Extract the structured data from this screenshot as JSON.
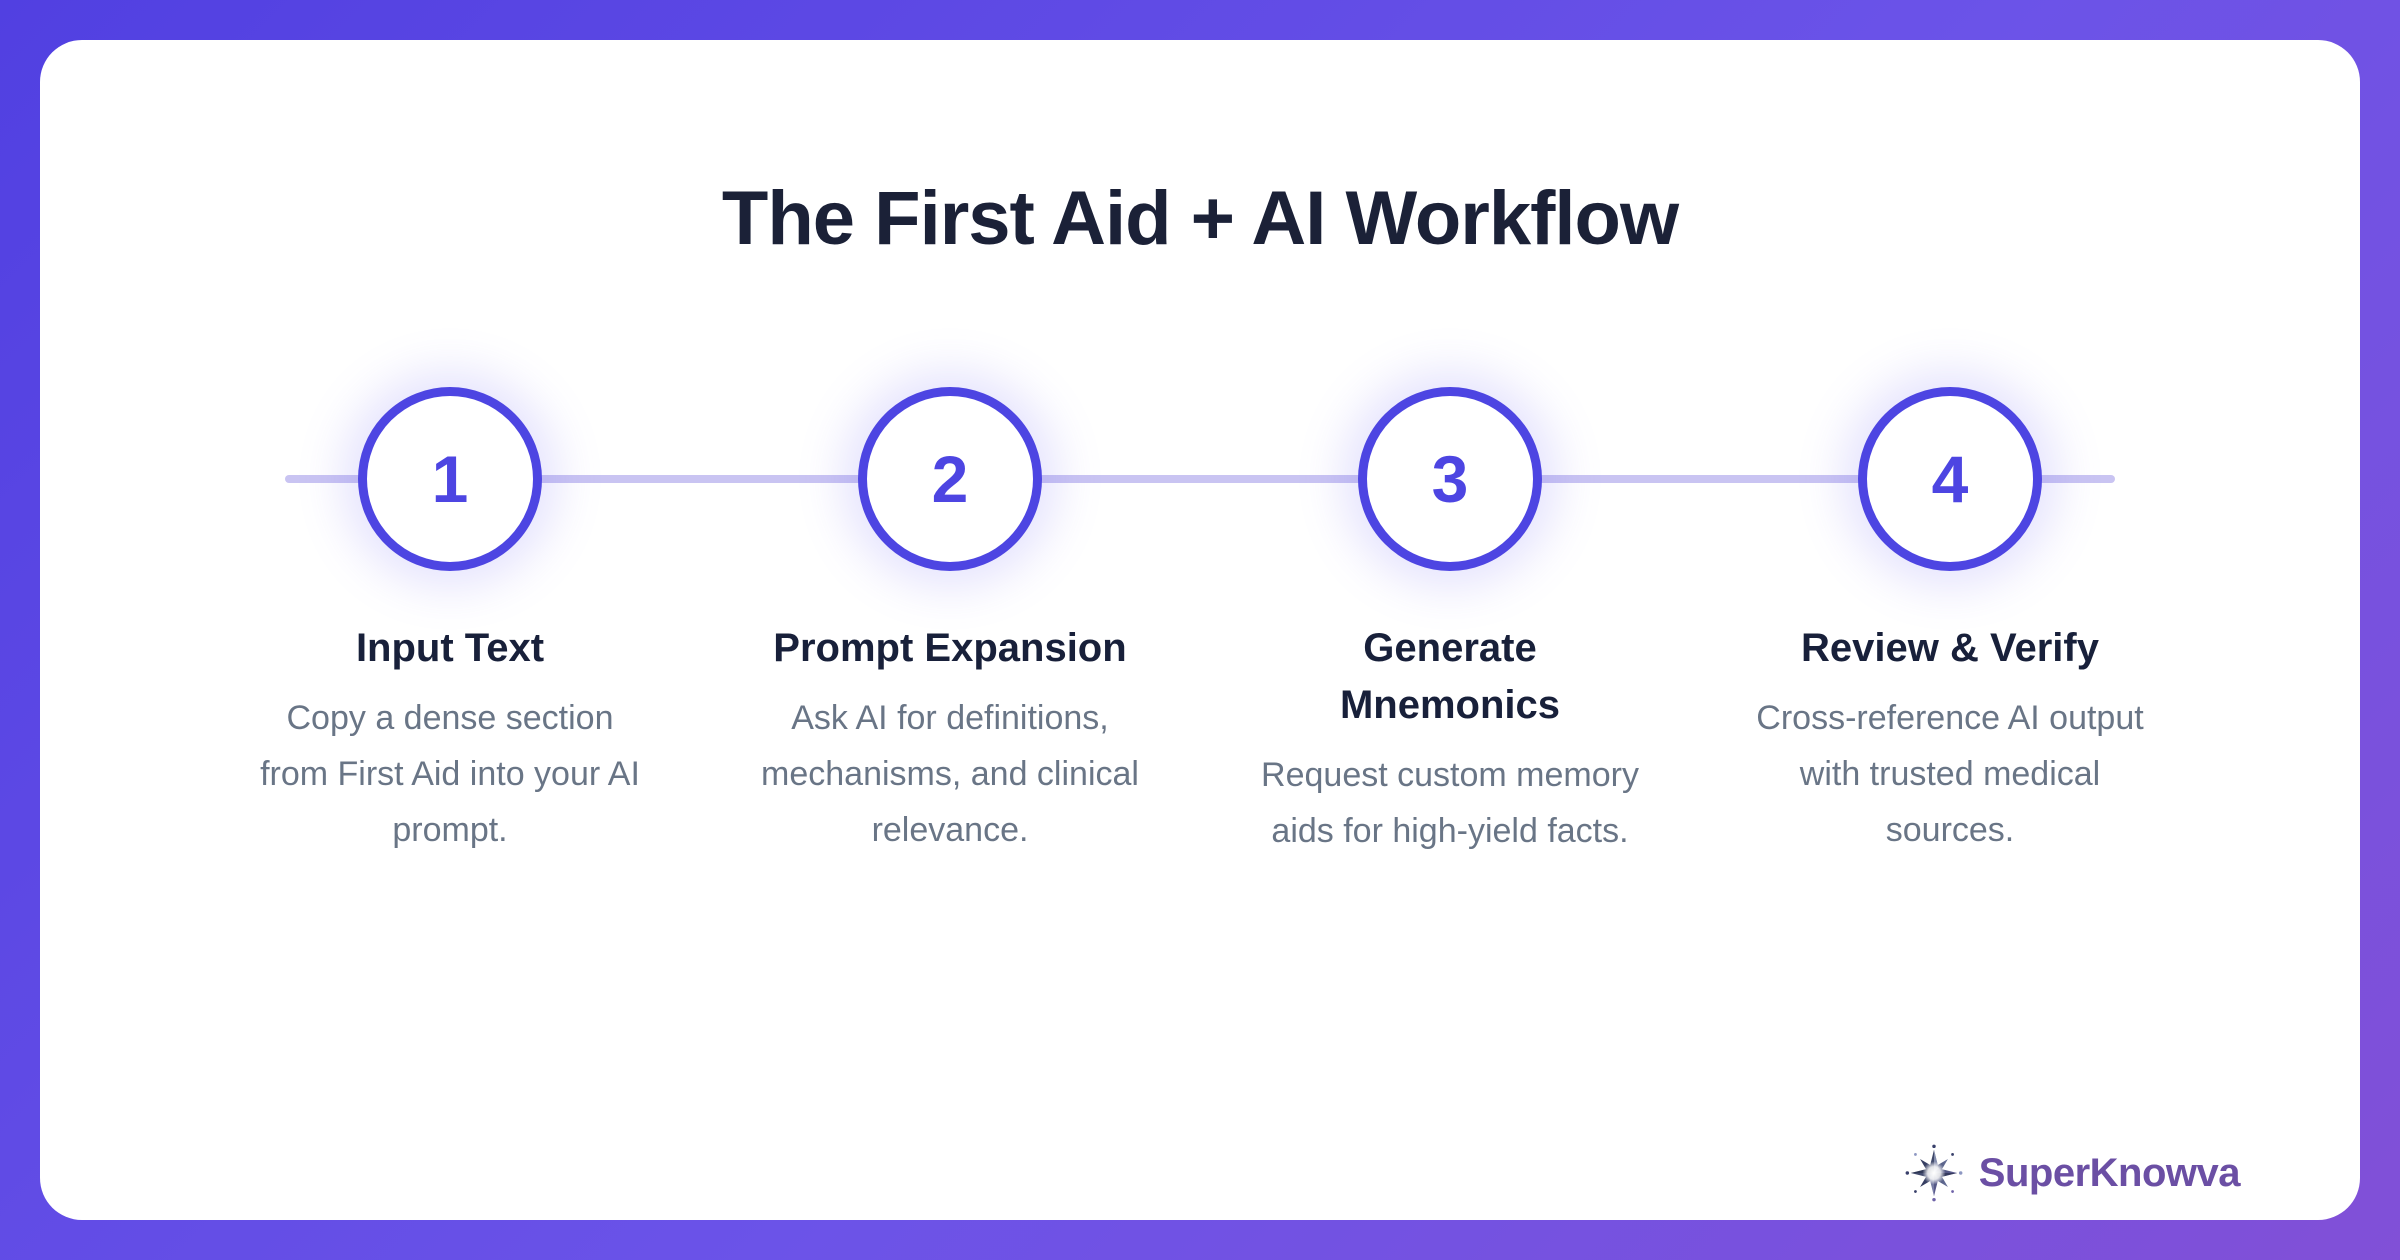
{
  "title": "The First Aid + AI Workflow",
  "steps": [
    {
      "number": "1",
      "title": "Input Text",
      "description": "Copy a dense section from First Aid into your AI prompt."
    },
    {
      "number": "2",
      "title": "Prompt Expansion",
      "description": "Ask AI for definitions, mechanisms, and clinical relevance."
    },
    {
      "number": "3",
      "title": "Generate Mnemonics",
      "description": "Request custom memory aids for high-yield facts."
    },
    {
      "number": "4",
      "title": "Review & Verify",
      "description": "Cross-reference AI output with trusted medical sources."
    }
  ],
  "footer": {
    "brand_name": "SuperKnowva",
    "logo_icon": "starburst-icon"
  },
  "colors": {
    "background_gradient_start": "#5140e1",
    "background_gradient_end": "#8150d7",
    "card_background": "#ffffff",
    "accent_indigo": "#4d45e2",
    "timeline_line": "#c9c4f2",
    "heading_text": "#1b2137",
    "body_text": "#697586",
    "brand_text": "#6b4fa4"
  }
}
